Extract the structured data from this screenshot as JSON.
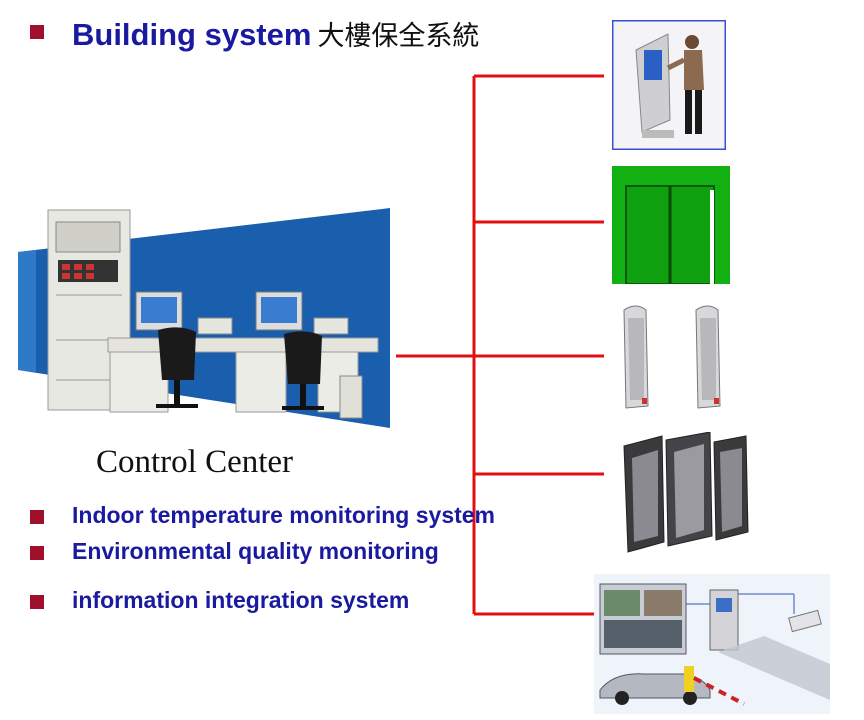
{
  "title": {
    "text": "Building system",
    "cjk": "大樓保全系統"
  },
  "control_center": {
    "label": "Control Center"
  },
  "bullets": [
    {
      "text": "Indoor temperature monitoring system"
    },
    {
      "text": "Environmental quality monitoring"
    },
    {
      "text": "information integration system"
    }
  ],
  "devices": [
    {
      "icon": "kiosk-terminal-icon"
    },
    {
      "icon": "elevator-door-icon"
    },
    {
      "icon": "security-gate-pillars-icon"
    },
    {
      "icon": "turnstile-gates-icon"
    },
    {
      "icon": "parking-system-diagram-icon"
    }
  ],
  "colors": {
    "bullet": "#a0102a",
    "text": "#1a1aa0",
    "connector": "#e01010",
    "elevator": "#12b012",
    "panel_blue": "#1a5fae"
  }
}
